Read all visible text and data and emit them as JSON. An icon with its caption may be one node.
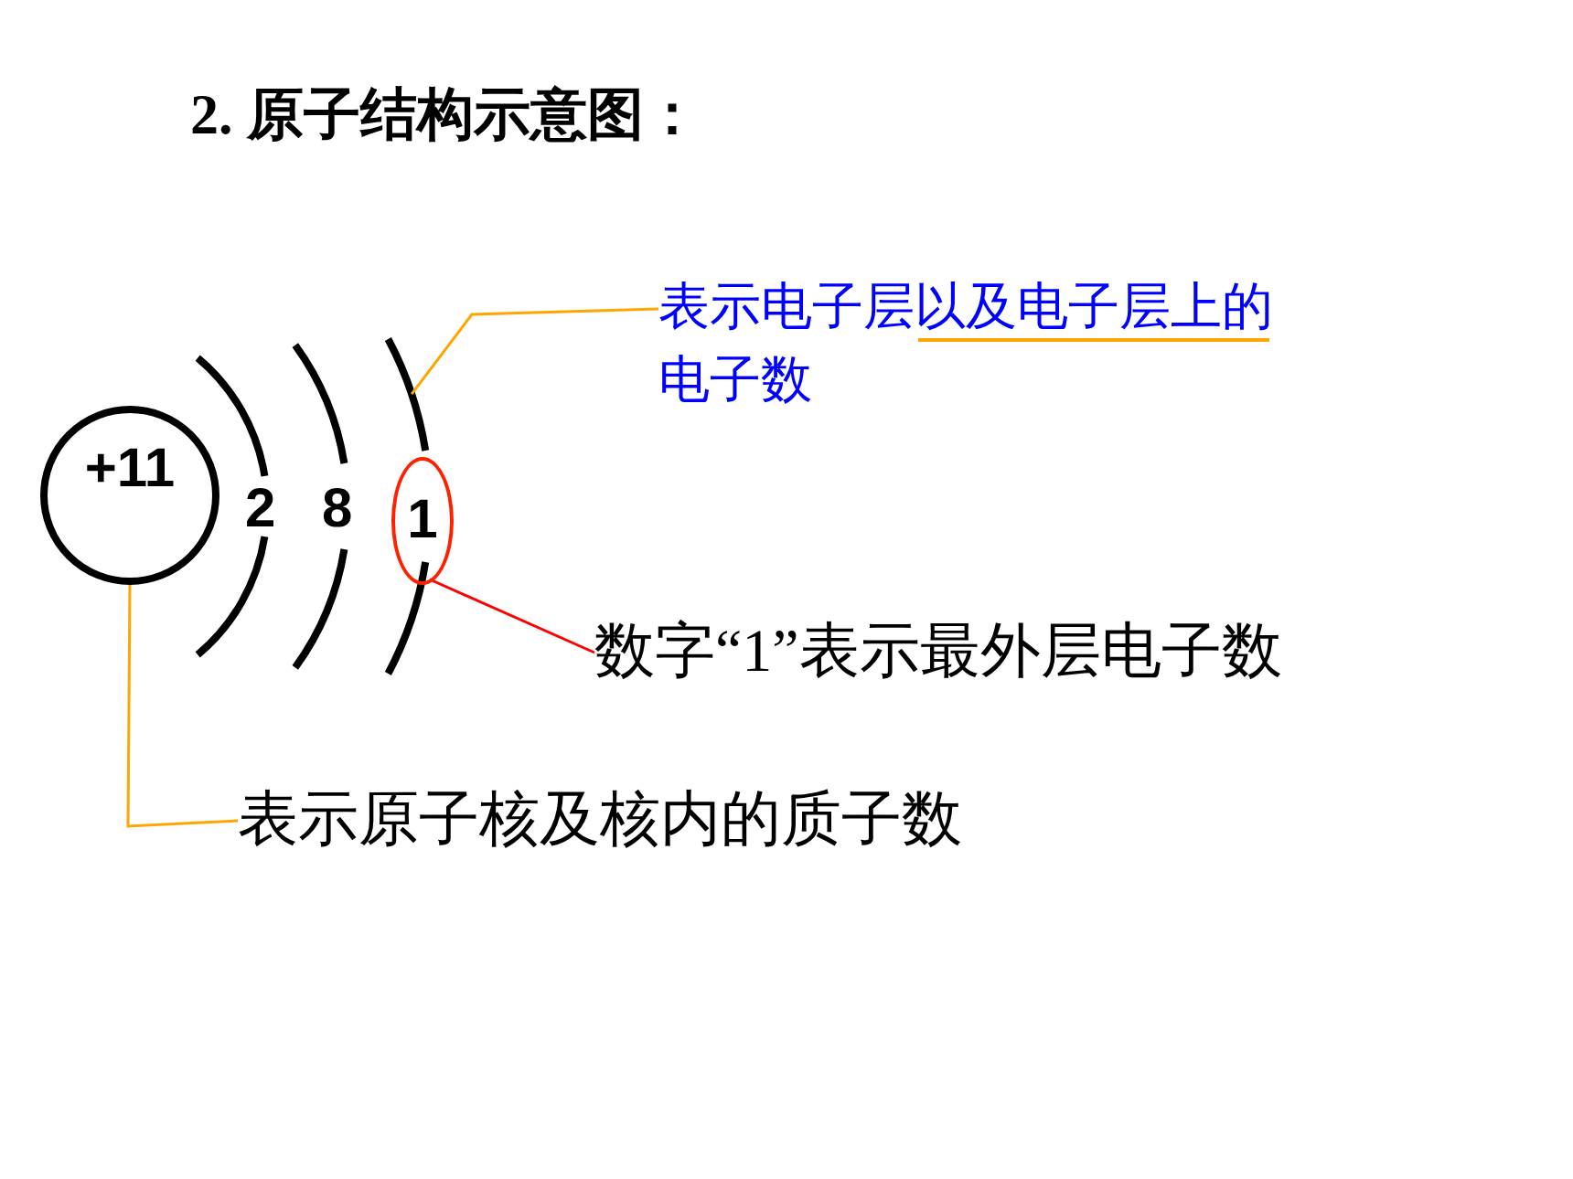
{
  "diagram": {
    "title": "2. 原子结构示意图：",
    "nodes": [
      {
        "text": [
          "+11"
        ]
      },
      {
        "text": [],
        "shape": "arc"
      },
      {
        "text": [
          "1"
        ]
      },
      {
        "text": [
          "表示电子层以及电子层上的电子数"
        ]
      },
      {
        "text": [
          "数字“1”表示最外层电子数"
        ]
      },
      {
        "text": [
          "表示原子核及核内的质子数"
        ]
      }
    ],
    "edges": [
      {
        "from": 3,
        "to": 1,
        "arrow": "none"
      },
      {
        "from": 4,
        "to": 2,
        "arrow": "none",
        "color": "#ff0000"
      },
      {
        "from": 5,
        "to": 0,
        "arrow": "none"
      }
    ],
    "labels": [
      "2",
      "8"
    ]
  }
}
